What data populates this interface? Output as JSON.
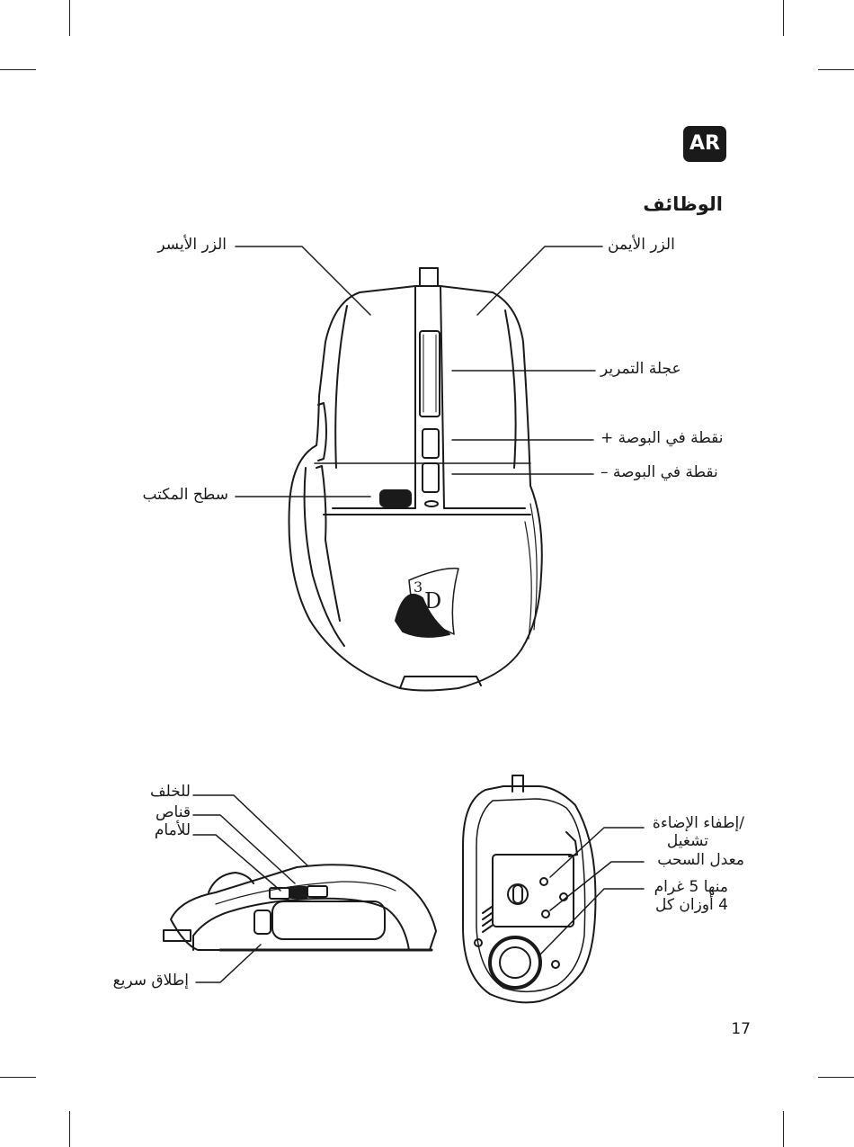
{
  "page": {
    "language_code": "AR",
    "section_title": "الوظائف",
    "page_number": "17"
  },
  "top_view": {
    "labels": {
      "left_button": "الزر الأيسر",
      "right_button": "الزر الأيمن",
      "scroll_wheel": "عجلة التمرير",
      "dpi_plus": "نقطة في البوصة +",
      "dpi_minus": "نقطة في البوصة –",
      "desktop": "سطح المكتب"
    }
  },
  "side_view": {
    "labels": {
      "back": "للخلف",
      "sniper": "قناص",
      "forward": "للأمام",
      "rapid_fire": "إطلاق سريع"
    }
  },
  "bottom_view": {
    "labels": {
      "light_toggle_line1": "/إطفاء الإضاءة",
      "light_toggle_line2": "تشغيل",
      "polling_rate": "معدل السحب",
      "weights_line1": "منها 5 غرام",
      "weights_line2": "4 أوزان كل"
    }
  },
  "colors": {
    "ink": "#1a1a1a",
    "badge_bg": "#1a1a1a",
    "badge_text": "#ffffff"
  }
}
